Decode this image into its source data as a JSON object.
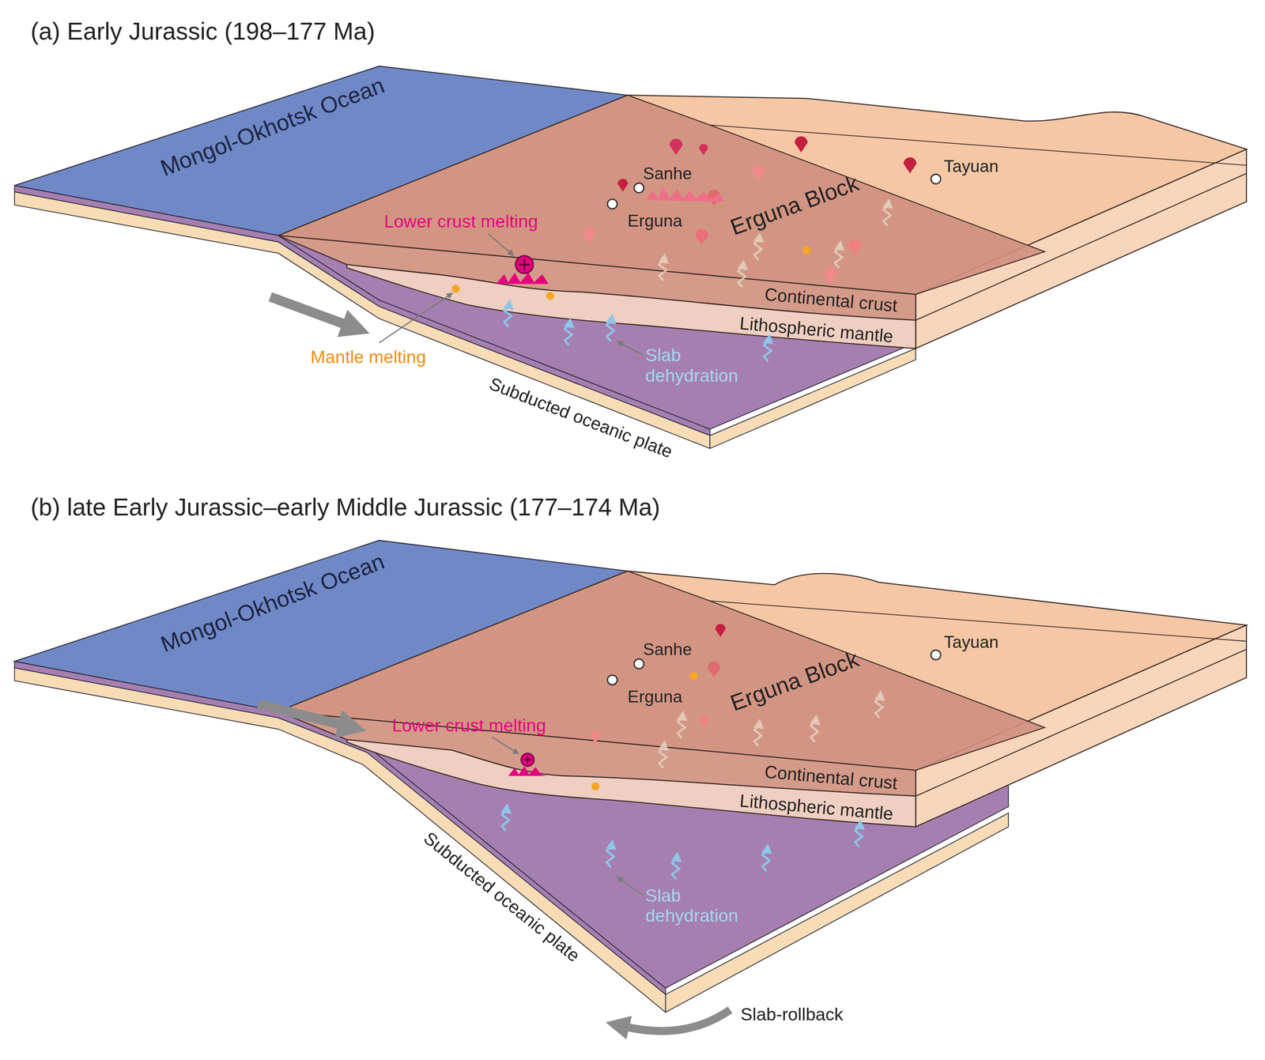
{
  "diagram": {
    "labels": [
      "(a) Early Jurassic (198–177 Ma)",
      "Mongol-Okhotsk Ocean",
      "Sanhe",
      "Erguna",
      "Tayuan",
      "Erguna Block",
      "Lower crust melting",
      "Continental crust",
      "Lithospheric mantle",
      "Mantle melting",
      "Slab dehydration",
      "Subducted oceanic plate",
      "(b) late Early Jurassic–early Middle Jurassic (177–174 Ma)",
      "Mongol-Okhotsk Ocean",
      "Sanhe",
      "Erguna",
      "Tayuan",
      "Erguna Block",
      "Lower crust melting",
      "Continental crust",
      "Lithospheric mantle",
      "Slab dehydration",
      "Subducted oceanic plate",
      "Slab-rollback"
    ]
  }
}
